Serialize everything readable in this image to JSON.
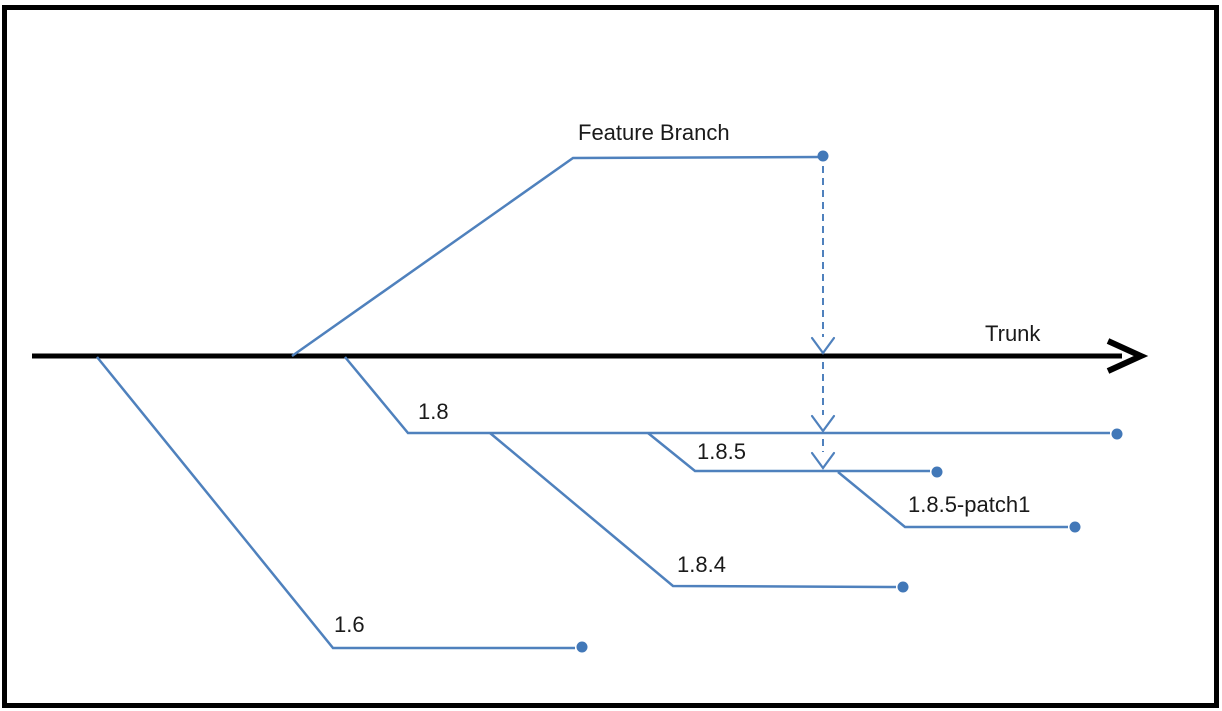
{
  "diagram": {
    "type": "version-branching-diagram",
    "trunk": {
      "label": "Trunk"
    },
    "feature_branch": {
      "label": "Feature Branch"
    },
    "branches": [
      {
        "label": "1.8"
      },
      {
        "label": "1.8.5"
      },
      {
        "label": "1.8.5-patch1"
      },
      {
        "label": "1.8.4"
      },
      {
        "label": "1.6"
      }
    ],
    "colors": {
      "branch_line": "#4f81bd",
      "commit_dot": "#4278b8",
      "trunk_line": "#000000",
      "text": "#1a1a1a",
      "border": "#000000",
      "background": "#ffffff"
    }
  }
}
